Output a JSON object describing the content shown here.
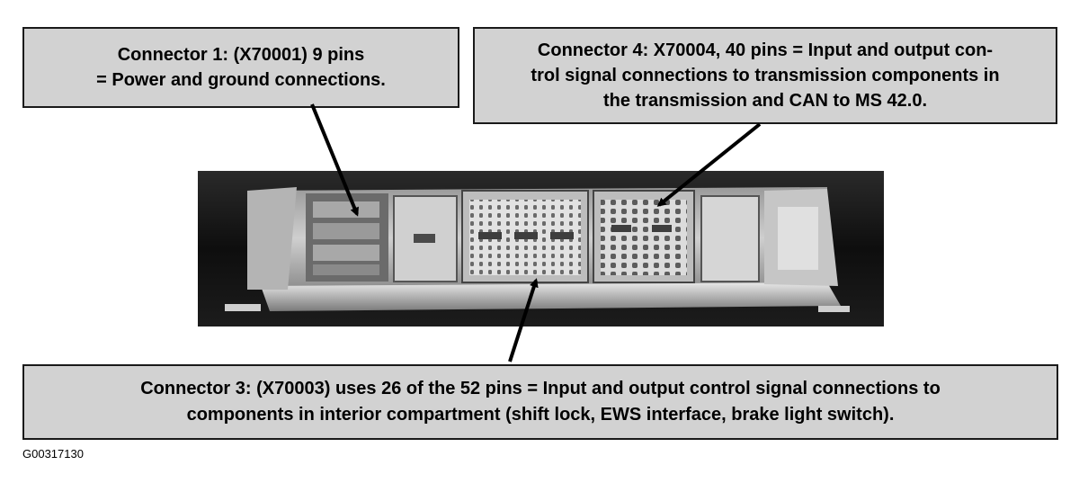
{
  "callouts": {
    "connector1": "Connector 1: (X70001) 9 pins\n=  Power and ground connections.",
    "connector4": "Connector 4:  X70004, 40 pins = Input and output con-\ntrol signal connections to transmission components in\nthe transmission and CAN to MS 42.0.",
    "connector3": "Connector 3:  (X70003) uses 26 of the 52 pins = Input and output control signal connections to\ncomponents in interior compartment (shift lock, EWS interface, brake light switch)."
  },
  "figure_id": "G00317130",
  "colors": {
    "callout_fill": "#d2d2d2",
    "border": "#1a1a1a",
    "photo_bg": "#161616"
  },
  "icons": {
    "arrow": "arrow-icon"
  }
}
